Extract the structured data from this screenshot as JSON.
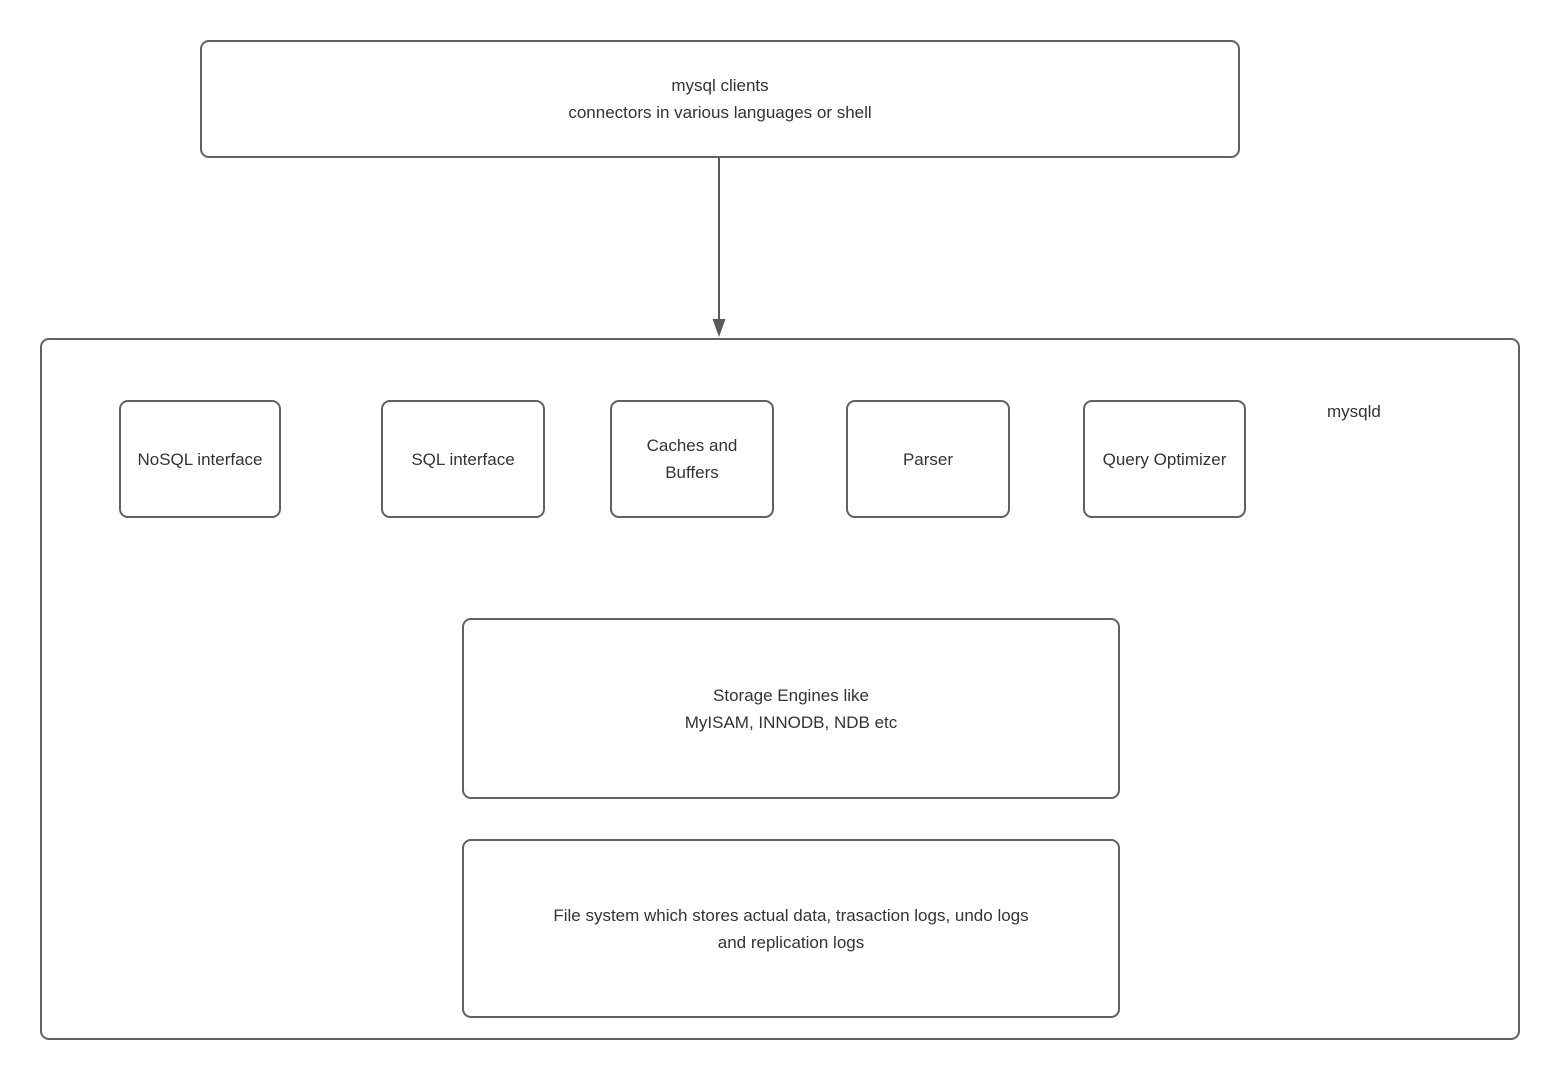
{
  "diagram": {
    "clients_box": {
      "line1": "mysql clients",
      "line2": "connectors in various languages or shell"
    },
    "mysqld_label": "mysqld",
    "components": [
      {
        "id": "nosql-interface",
        "label": "NoSQL interface"
      },
      {
        "id": "sql-interface",
        "label": "SQL interface"
      },
      {
        "id": "caches-and-buffers",
        "label": "Caches and Buffers"
      },
      {
        "id": "parser",
        "label": "Parser"
      },
      {
        "id": "query-optimizer",
        "label": "Query Optimizer"
      }
    ],
    "storage_box": {
      "line1": "Storage Engines like",
      "line2": "MyISAM, INNODB, NDB etc"
    },
    "filesystem_box": {
      "line1": "File system which stores actual data, trasaction logs, undo logs",
      "line2": "and replication logs"
    }
  },
  "colors": {
    "border": "#616161",
    "text": "#333333",
    "arrow": "#595959",
    "background": "#ffffff"
  }
}
